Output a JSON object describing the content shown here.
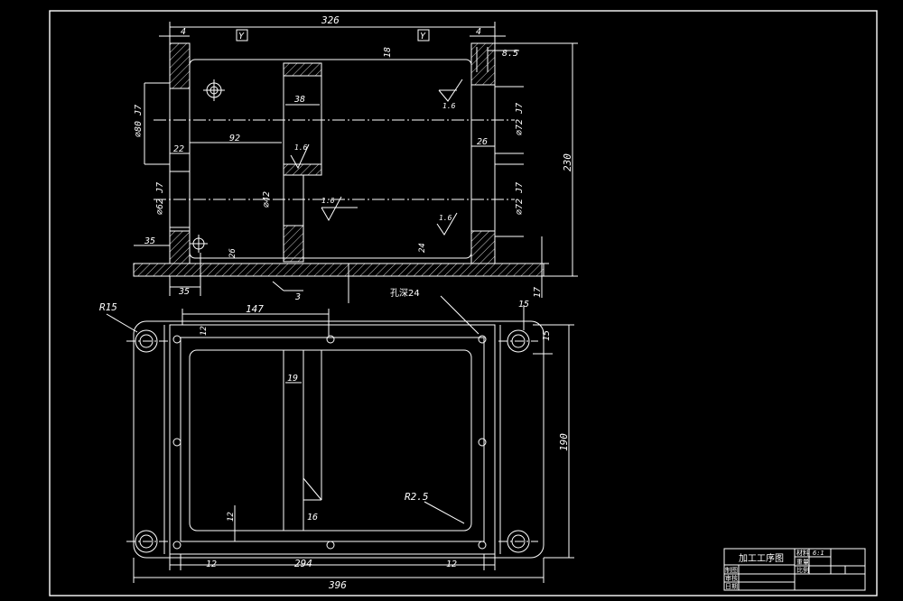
{
  "colors": {
    "background": "#000000",
    "line": "#ffffff",
    "centerline": "#ffffff"
  },
  "dimensions": {
    "top_width": "326",
    "top_left_wall": "4",
    "top_right_wall": "4",
    "right_step": "8.5",
    "vertical_18": "18",
    "inner_38": "38",
    "dia_80": "⌀80 J7",
    "dia_72_top": "⌀72 J7",
    "dia_62": "⌀62 J7",
    "dia_72_bottom": "⌀72 J7",
    "dia_42": "⌀42",
    "left_22": "22",
    "len_92": "92",
    "right_26": "26",
    "height_230": "230",
    "left_35_top": "35",
    "left_35_bottom": "35",
    "small_26": "26",
    "small_24": "24",
    "base_17": "17",
    "callout_3": "3",
    "holes_note": "孔深24",
    "r15": "R15",
    "len_147": "147",
    "small_12_top": "12",
    "right_15a": "15",
    "right_15b": "15",
    "width_19": "19",
    "depth_190": "190",
    "r2_5": "R2.5",
    "small_12_mid": "12",
    "small_16": "16",
    "bottom_12_left": "12",
    "bottom_294": "294",
    "bottom_12_right": "12",
    "bottom_396": "396"
  },
  "datum": {
    "left": "Y",
    "right": "Y"
  },
  "roughness": {
    "r1": "1.6",
    "r2": "1.6",
    "r3": "1.6",
    "r4": "1.6"
  },
  "title_block": {
    "title": "加工工序图",
    "material_label": "材料",
    "scale_value": "6:1",
    "row1": "重量",
    "row2": "比例",
    "rowA": "制图",
    "rowB": "审核",
    "rowC": "日期"
  }
}
